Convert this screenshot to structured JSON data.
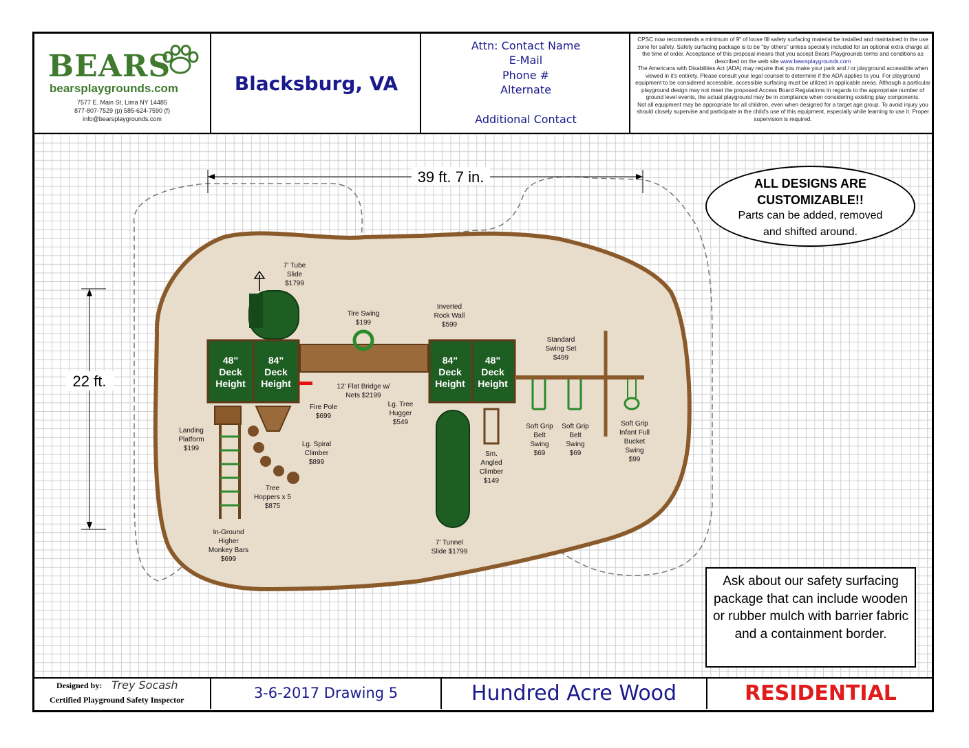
{
  "header": {
    "brand": "BEARS",
    "website": "bearsplaygrounds.com",
    "address": "7577 E. Main St, Lima NY 14485",
    "phones": "877-807-7529 (p) 585-624-7590 (f)",
    "email": "info@bearsplaygrounds.com",
    "city": "Blacksburg, VA",
    "contact": {
      "attn": "Attn: Contact Name",
      "email": "E-Mail",
      "phone": "Phone #",
      "alternate": "Alternate",
      "additional": "Additional Contact"
    },
    "notice": {
      "p1": "CPSC now recommends a minimum of 9\" of loose fill safety surfacing material be installed and maintained in the use zone for safety. Safety surfacing package is to be \"by others\" unless specially included for an optional extra charge at the time of order. Acceptance of this proposal means that you accept Bears Playgrounds terms and conditions as described on the web site",
      "link": "www.bearsplaygrounds.com",
      "p2": "The Americans with Disabilities Act (ADA) may require that you make your park and / or playground accessible when viewed in it's entirety. Please consult your legal counsel to determine if the ADA applies to you. For playground equipment to be considered accessible, accessible surfacing must be utilized in applicable areas. Although a particular playground design may not meet the proposed Access Board Regulations in regards to the appropriate number of ground level events, the actual playground may be in compliance when considering existing play components.",
      "p3": "Not all equipment may be appropriate for all children, even when designed for a target age group. To avoid injury you should closely supervise and participate in the child's use of this equipment, especially while learning to use it. Proper supervision is required."
    }
  },
  "plan": {
    "width_dimension": "39 ft. 7 in.",
    "depth_dimension": "22 ft.",
    "decks": [
      {
        "size": "48\"",
        "word": "Deck",
        "height": "Height"
      },
      {
        "size": "84\"",
        "word": "Deck",
        "height": "Height"
      },
      {
        "size": "84\"",
        "word": "Deck",
        "height": "Height"
      },
      {
        "size": "48\"",
        "word": "Deck",
        "height": "Height"
      }
    ],
    "labels": {
      "tube_slide": [
        "7' Tube",
        "Slide",
        "$1799"
      ],
      "tire_swing": [
        "Tire Swing",
        "$199"
      ],
      "rock_wall": [
        "Inverted",
        "Rock Wall",
        "$599"
      ],
      "swing_set": [
        "Standard",
        "Swing Set",
        "$499"
      ],
      "bridge": [
        "12' Flat Bridge w/",
        "Nets $2199"
      ],
      "fire_pole": [
        "Fire Pole",
        "$699"
      ],
      "tree_hugger": [
        "Lg. Tree",
        "Hugger",
        "$549"
      ],
      "landing": [
        "Landing",
        "Platform",
        "$199"
      ],
      "spiral": [
        "Lg. Spiral",
        "Climber",
        "$899"
      ],
      "hoppers": [
        "Tree",
        "Hoppers x 5",
        "$875"
      ],
      "monkey_bars": [
        "In-Ground",
        "Higher",
        "Monkey Bars",
        "$699"
      ],
      "tunnel": [
        "7' Tunnel",
        "Slide $1799"
      ],
      "angled": [
        "Sm.",
        "Angled",
        "Climber",
        "$149"
      ],
      "belt1": [
        "Soft Grip",
        "Belt",
        "Swing",
        "$69"
      ],
      "belt2": [
        "Soft Grip",
        "Belt",
        "Swing",
        "$69"
      ],
      "infant": [
        "Soft Grip",
        "Infant Full",
        "Bucket",
        "Swing",
        "$99"
      ]
    }
  },
  "callouts": {
    "oval_title1": "ALL DESIGNS ARE",
    "oval_title2": "CUSTOMIZABLE!!",
    "oval_body1": "Parts can be added, removed",
    "oval_body2": "and shifted around.",
    "surfacing": "Ask about our safety surfacing package that can include wooden or rubber mulch with barrier fabric and a containment border."
  },
  "footer": {
    "designed_by": "Designed by:",
    "designer": "Trey Socash",
    "designer_title": "Certified Playground Safety Inspector",
    "date_drawing": "3-6-2017 Drawing 5",
    "design_name": "Hundred Acre Wood",
    "category": "RESIDENTIAL"
  },
  "colors": {
    "brand_green": "#3f7a2e",
    "deck_green": "#1f5e23",
    "timber": "#8a5a2b",
    "sand": "#e8dccb",
    "ink_blue": "#1a1a8c",
    "residential_red": "#e01b1b"
  }
}
